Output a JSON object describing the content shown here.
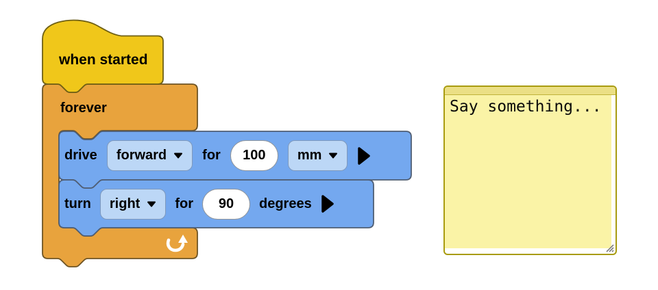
{
  "colors": {
    "hat_fill": "#F0C71A",
    "forever_fill": "#E8A33D",
    "drivetrain_block_fill": "#74A8EF",
    "dropdown_fill": "#BCD7F6",
    "note_fill": "#FAF3A6",
    "note_border": "#A89B10"
  },
  "hat_block": {
    "label": "when started"
  },
  "forever_block": {
    "label": "forever"
  },
  "drive_block": {
    "verb": "drive",
    "direction_dropdown": {
      "value": "forward"
    },
    "preposition": "for",
    "distance_value": "100",
    "unit_dropdown": {
      "value": "mm"
    }
  },
  "turn_block": {
    "verb": "turn",
    "direction_dropdown": {
      "value": "right"
    },
    "preposition": "for",
    "angle_value": "90",
    "unit_label": "degrees"
  },
  "comment": {
    "text": "Say something..."
  }
}
